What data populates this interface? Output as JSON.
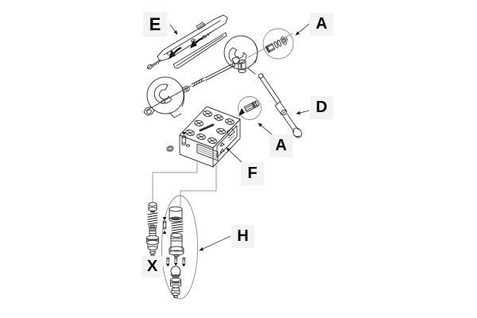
{
  "figure": {
    "kind": "exploded-parts-diagram",
    "background_color": "#ffffff",
    "line_color": "#3f3f3f",
    "label_box_color": "#f3f3f3",
    "label_text_color": "#000000",
    "callouts": [
      {
        "letter": "E",
        "target": "cover-plate-assembly"
      },
      {
        "letter": "A",
        "target": "upper-fastener-detail-balloon"
      },
      {
        "letter": "D",
        "target": "handle-tube"
      },
      {
        "letter": "A",
        "target": "lower-fitting-detail-balloon"
      },
      {
        "letter": "F",
        "target": "valve-block-decal"
      },
      {
        "letter": "X",
        "target": "cartridge-stack-left"
      },
      {
        "letter": "H",
        "target": "cartridge-kit-balloon"
      }
    ]
  }
}
